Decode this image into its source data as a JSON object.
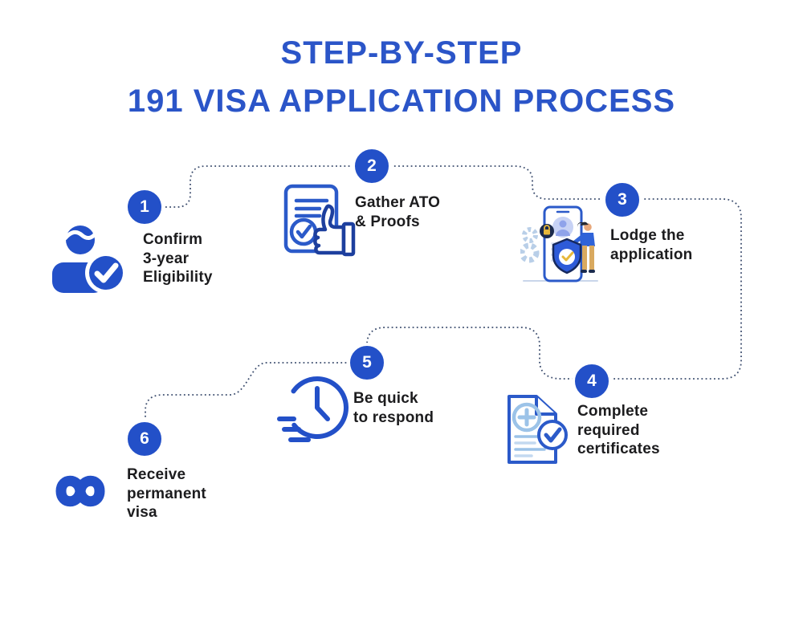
{
  "title": {
    "line1": "STEP-BY-STEP",
    "line2": "191 VISA APPLICATION PROCESS"
  },
  "colors": {
    "primary": "#2350C8",
    "title_blue": "#2B55C8",
    "outline_icon_blue": "#2B5AC9",
    "thumbs_up_navy": "#1D3F9E",
    "light_blue": "#9CC3E8",
    "gold_accent": "#E7B83A",
    "dotted_line": "#3C4D6E",
    "label_text": "#1C1C1E"
  },
  "steps": [
    {
      "number": "1",
      "label": "Confirm\n3-year\nEligibility",
      "icon": "person-check-icon"
    },
    {
      "number": "2",
      "label": "Gather ATO\n& Proofs",
      "icon": "document-thumbs-up-icon"
    },
    {
      "number": "3",
      "label": "Lodge the\napplication",
      "icon": "lodge-application-illustration"
    },
    {
      "number": "4",
      "label": "Complete\nrequired\ncertificates",
      "icon": "medical-certificate-icon"
    },
    {
      "number": "5",
      "label": "Be quick\nto respond",
      "icon": "clock-icon"
    },
    {
      "number": "6",
      "label": "Receive\npermanent\nvisa",
      "icon": "infinity-icon"
    }
  ]
}
